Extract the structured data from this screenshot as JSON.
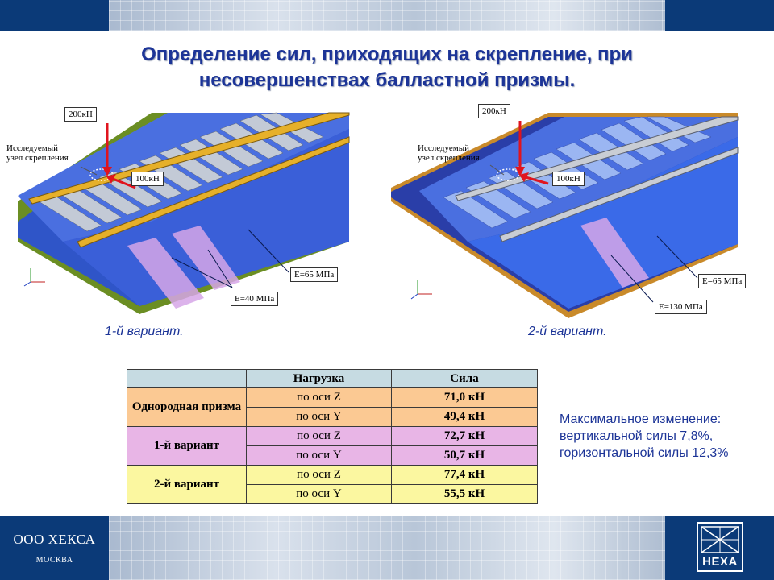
{
  "title": {
    "line1": "Определение сил, приходящих на скрепление, при",
    "line2": "несовершенствах балластной призмы."
  },
  "figures": [
    {
      "caption": "1-й вариант.",
      "load_vertical": "200кН",
      "load_horizontal": "100кН",
      "node_label_line1": "Исследуемый",
      "node_label_line2": "узел скрепления",
      "modulus_main": "E=65 МПа",
      "modulus_strip": "E=40 МПа",
      "rail_color": "#e6b02a"
    },
    {
      "caption": "2-й вариант.",
      "load_vertical": "200кН",
      "load_horizontal": "100кН",
      "node_label_line1": "Исследуемый",
      "node_label_line2": "узел скрепления",
      "modulus_main": "E=65 МПа",
      "modulus_strip": "E=130 МПа",
      "rail_color": "#c9cdd4"
    }
  ],
  "table": {
    "headers": [
      "",
      "Нагрузка",
      "Сила"
    ],
    "groups": [
      {
        "label": "Однородная призма",
        "color": "#fbc993",
        "rows": [
          {
            "load": "по оси Z",
            "force": "71,0 кН"
          },
          {
            "load": "по оси Y",
            "force": "49,4 кН"
          }
        ]
      },
      {
        "label": "1-й вариант",
        "color": "#e8b5e6",
        "rows": [
          {
            "load": "по оси Z",
            "force": "72,7 кН"
          },
          {
            "load": "по оси Y",
            "force": "50,7 кН"
          }
        ]
      },
      {
        "label": "2-й вариант",
        "color": "#fbf7a0",
        "rows": [
          {
            "load": "по оси Z",
            "force": "77,4 кН"
          },
          {
            "load": "по оси Y",
            "force": "55,5 кН"
          }
        ]
      }
    ]
  },
  "summary": {
    "line1": "Максимальное изменение:",
    "line2": "вертикальной силы 7,8%,",
    "line3": "горизонтальной силы 12,3%"
  },
  "footer": {
    "company": "ООО ХЕКСА",
    "city": "МОСКВА",
    "logo_text": "HEXA"
  },
  "colors": {
    "brand_blue": "#0b3a78",
    "title_blue": "#1c3497",
    "ballast_blue": "#3a5fd8",
    "soft_strip": "#d6a6e8"
  }
}
